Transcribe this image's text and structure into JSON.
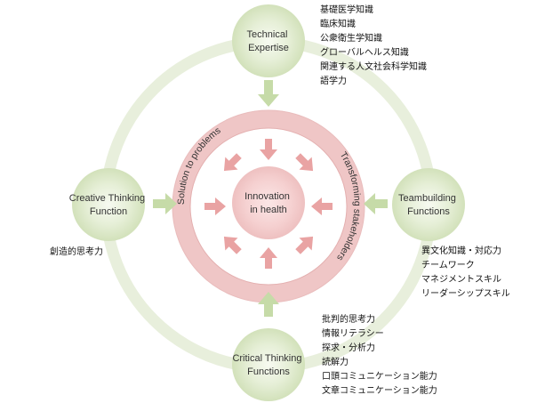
{
  "center": {
    "line1": "Innovation",
    "line2": "in health"
  },
  "ring_labels": {
    "top": "Solution to problems",
    "bottom": "Transforming stakeholders"
  },
  "nodes": {
    "technical": {
      "line1": "Technical",
      "line2": "Expertise",
      "skills": [
        "基礎医学知識",
        "臨床知識",
        "公衆衛生学知識",
        "グローバルヘルス知識",
        "関連する人文社会科学知識",
        "語学力"
      ]
    },
    "creative": {
      "line1": "Creative Thinking",
      "line2": "Function",
      "skills": [
        "創造的思考力"
      ]
    },
    "teambuilding": {
      "line1": "Teambuilding",
      "line2": "Functions",
      "skills": [
        "異文化知識・対応力",
        "チームワーク",
        "マネジメントスキル",
        "リーダーシップスキル"
      ]
    },
    "critical": {
      "line1": "Critical Thinking",
      "line2": "Functions",
      "skills": [
        "批判的思考力",
        "情報リテラシー",
        "探求・分析力",
        "読解力",
        "口頭コミュニケーション能力",
        "文章コミュニケーション能力"
      ]
    }
  },
  "colors": {
    "outer_ring": "#e6eed9",
    "node_green": "#d7e5c3",
    "arrow_green": "#c4d9a5",
    "pink_ring": "#eec3c3",
    "pink_ring_stroke": "#e3a9a9",
    "center_pink": "#f6d6d6",
    "arrow_pink": "#e7a0a0"
  }
}
